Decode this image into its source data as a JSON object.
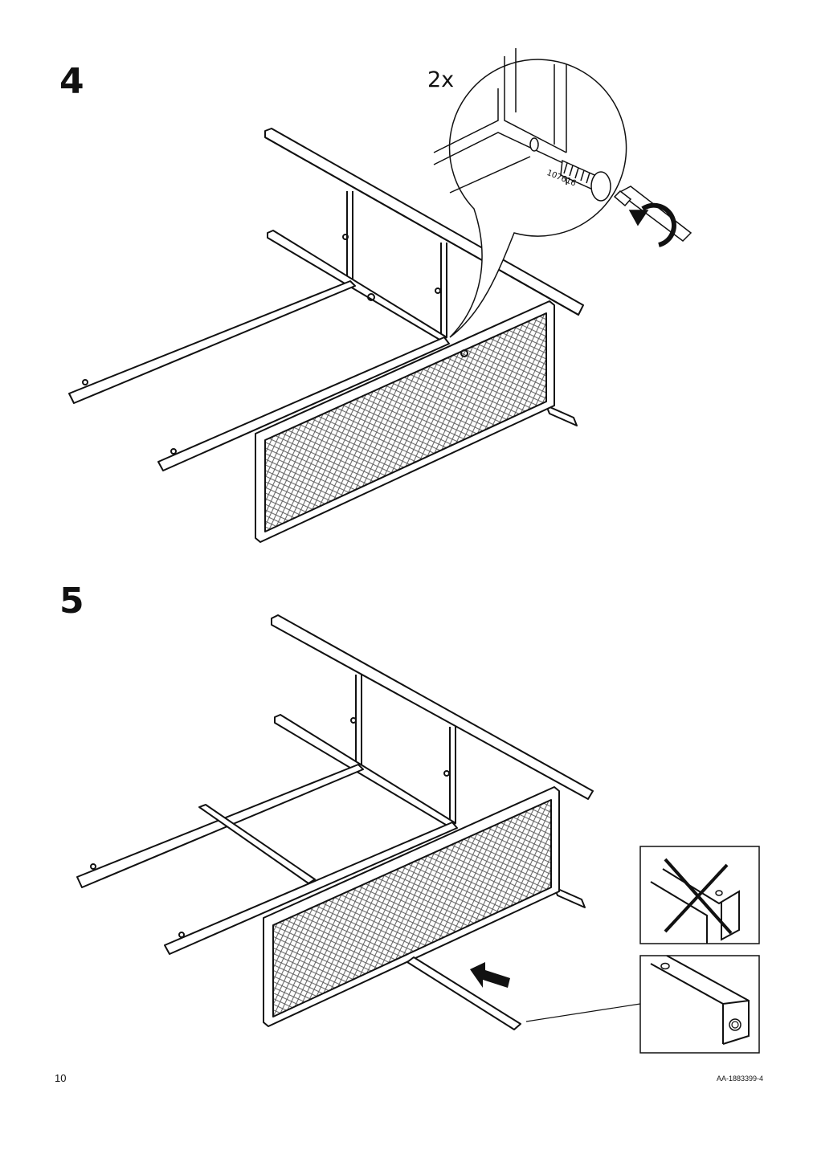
{
  "steps": [
    {
      "number": "4",
      "quantity": "2x",
      "part_number": "107616"
    },
    {
      "number": "5"
    }
  ],
  "footer": {
    "page_number": "10",
    "doc_id": "AA-1883399-4"
  },
  "icons": {
    "screw": "screw-icon",
    "screwdriver": "screwdriver-icon",
    "rotate": "rotate-clockwise-icon",
    "arrow": "insert-arrow-icon",
    "wrong": "cross-out-icon"
  }
}
